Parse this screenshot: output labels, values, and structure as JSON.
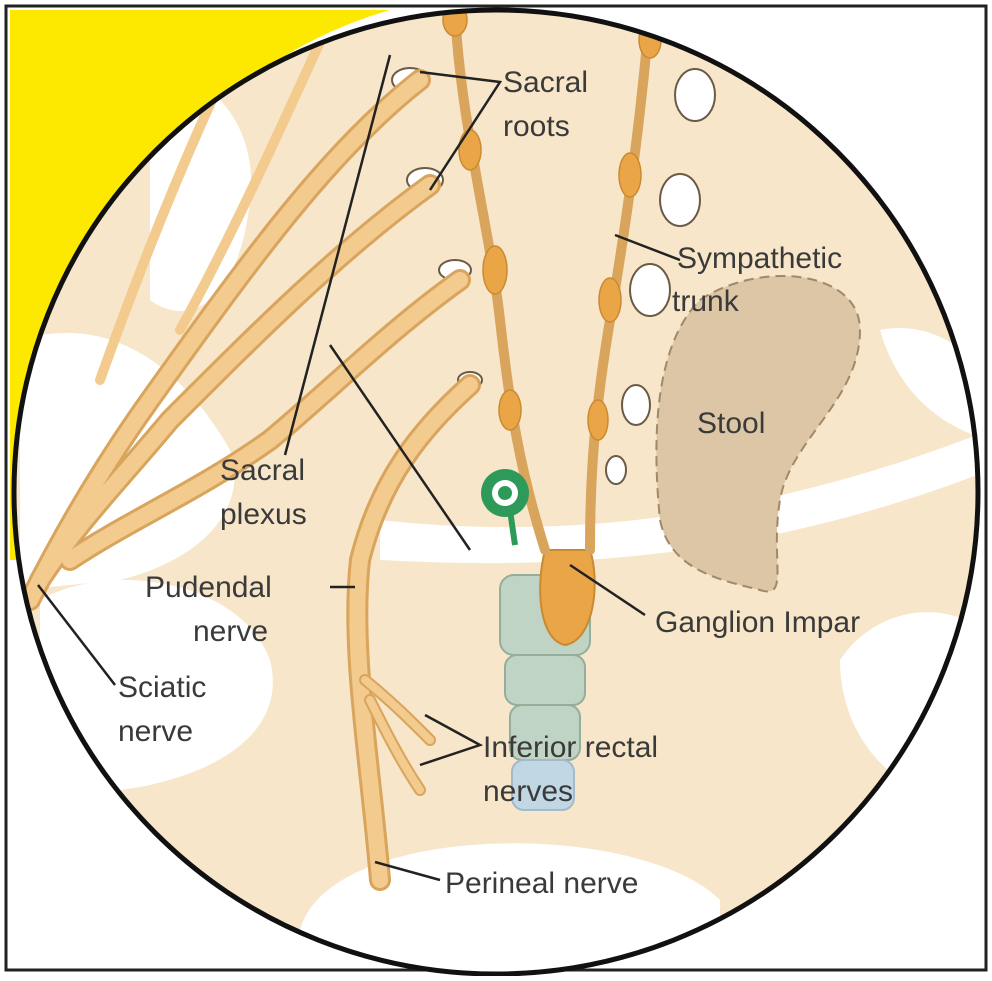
{
  "labels": {
    "sacral_roots": [
      "Sacral",
      "roots"
    ],
    "sympathetic_trunk": [
      "Sympathetic",
      "trunk"
    ],
    "stool": "Stool",
    "sacral_plexus": [
      "Sacral",
      "plexus"
    ],
    "pudendal_nerve": [
      "Pudendal",
      "nerve"
    ],
    "ganglion_impar": "Ganglion Impar",
    "sciatic_nerve": [
      "Sciatic",
      "nerve"
    ],
    "inferior_rectal_nerves": [
      "Inferior rectal",
      "nerves"
    ],
    "perineal_nerve": "Perineal nerve"
  },
  "colors": {
    "bone": "#f7e6c9",
    "nerve": "#f3cb8e",
    "nerve_outline": "#d9a45c",
    "ganglion": "#eaa546",
    "corner": "#fde800",
    "needle": "#2e9a5a",
    "stool": "#dcc6a6",
    "coccyx": "#b9d3c4"
  }
}
